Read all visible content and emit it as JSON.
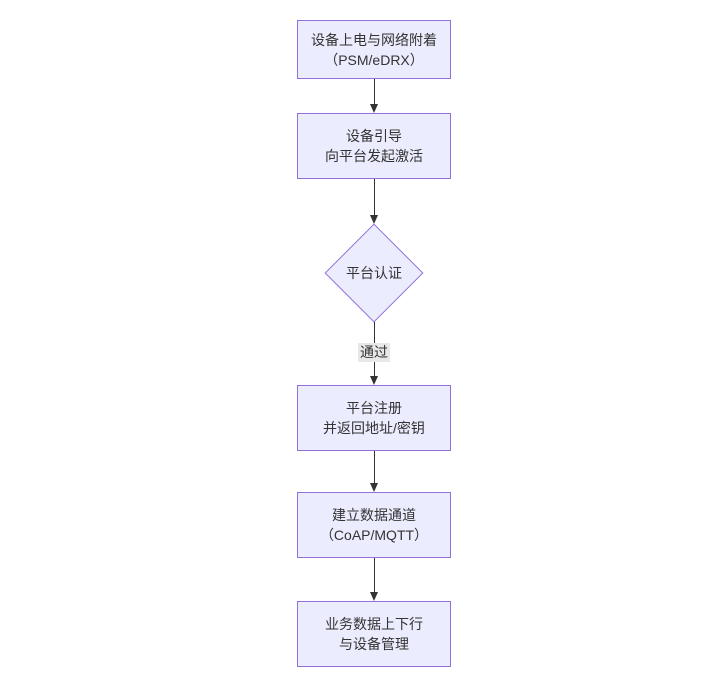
{
  "diagram": {
    "type": "flowchart",
    "direction": "top-down",
    "colors": {
      "background": "#ffffff",
      "node_fill": "#ECECFF",
      "node_border": "#9370DB",
      "arrow": "#333333",
      "text": "#333333",
      "edge_label_bg": "#e8e8e8"
    },
    "nodes": [
      {
        "shape": "rectangle",
        "lines": [
          "设备上电与网络附着",
          "（PSM/eDRX）"
        ]
      },
      {
        "shape": "rectangle",
        "lines": [
          "设备引导",
          "向平台发起激活"
        ]
      },
      {
        "shape": "diamond",
        "lines": [
          "平台认证"
        ]
      },
      {
        "shape": "rectangle",
        "lines": [
          "平台注册",
          "并返回地址/密钥"
        ]
      },
      {
        "shape": "rectangle",
        "lines": [
          "建立数据通道",
          "（CoAP/MQTT）"
        ]
      },
      {
        "shape": "rectangle",
        "lines": [
          "业务数据上下行",
          "与设备管理"
        ]
      }
    ],
    "edges": [
      {
        "from": 0,
        "to": 1,
        "label": ""
      },
      {
        "from": 1,
        "to": 2,
        "label": ""
      },
      {
        "from": 2,
        "to": 3,
        "label": "通过"
      },
      {
        "from": 3,
        "to": 4,
        "label": ""
      },
      {
        "from": 4,
        "to": 5,
        "label": ""
      }
    ]
  }
}
